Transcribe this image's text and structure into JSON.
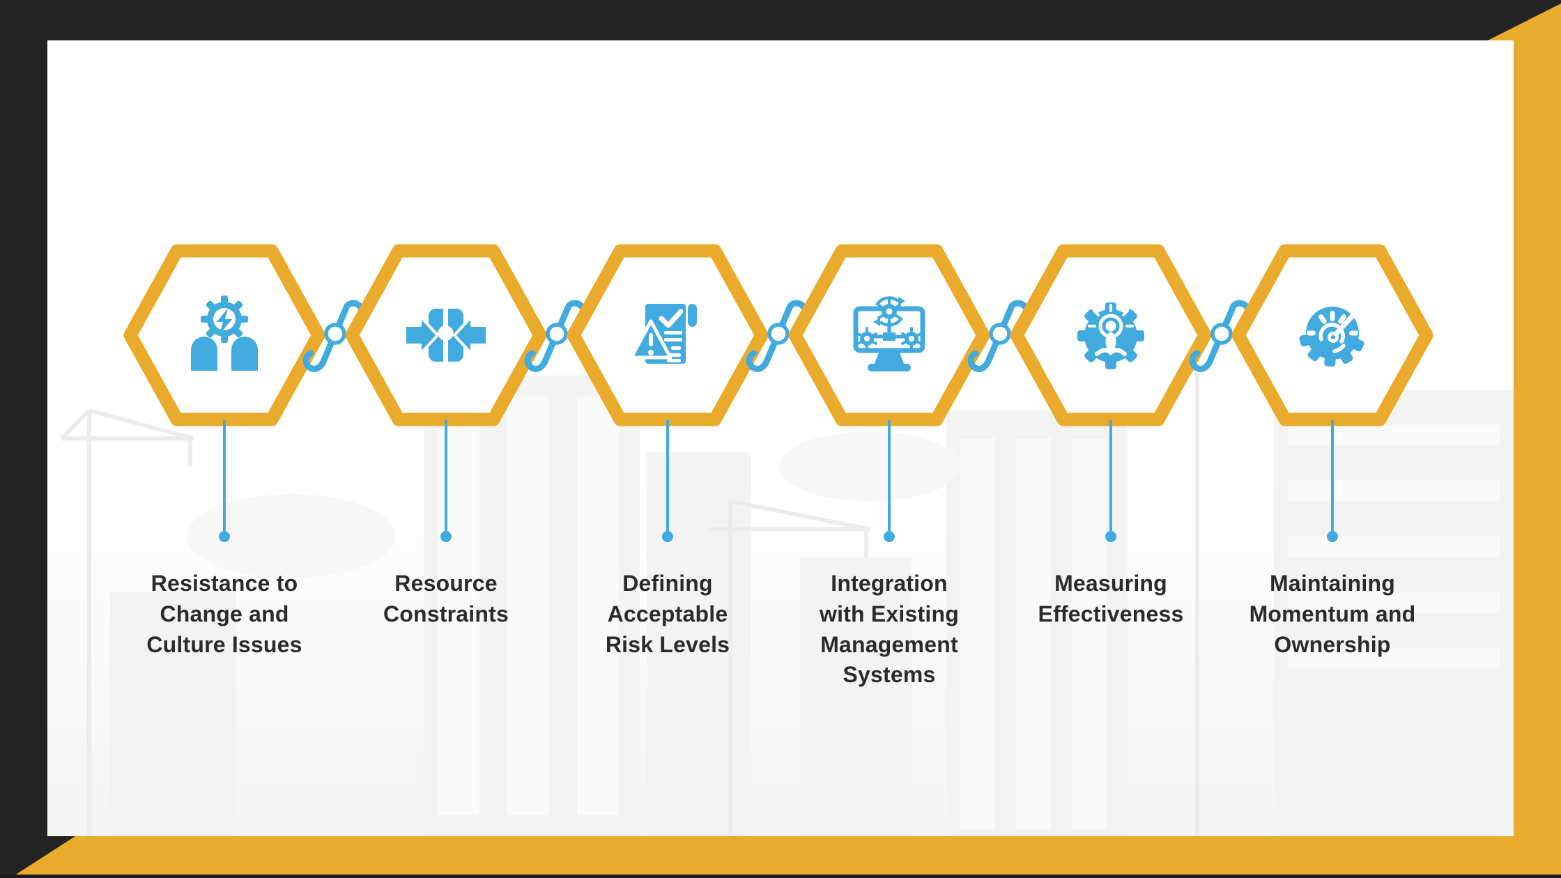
{
  "palette": {
    "frame_dark": "#232323",
    "accent_yellow": "#EAAB2D",
    "icon_blue": "#41AADF",
    "text_dark": "#2B2B2B",
    "content_white": "#FFFFFF"
  },
  "steps": [
    {
      "label": "Resistance to\nChange and\nCulture Issues",
      "icon": "brainstorming-heads-gear-icon"
    },
    {
      "label": "Resource\nConstraints",
      "icon": "compress-arrows-icon"
    },
    {
      "label": "Defining\nAcceptable\nRisk Levels",
      "icon": "risk-document-warning-icon"
    },
    {
      "label": "Integration\nwith Existing\nManagement\nSystems",
      "icon": "computer-gears-icon"
    },
    {
      "label": "Measuring\nEffectiveness",
      "icon": "gear-idea-person-icon"
    },
    {
      "label": "Maintaining\nMomentum and\nOwnership",
      "icon": "gauge-gear-icon"
    }
  ],
  "decorations": {
    "background_watermark": "construction-site-silhouette",
    "connector_style": "chain-link-with-ring"
  }
}
